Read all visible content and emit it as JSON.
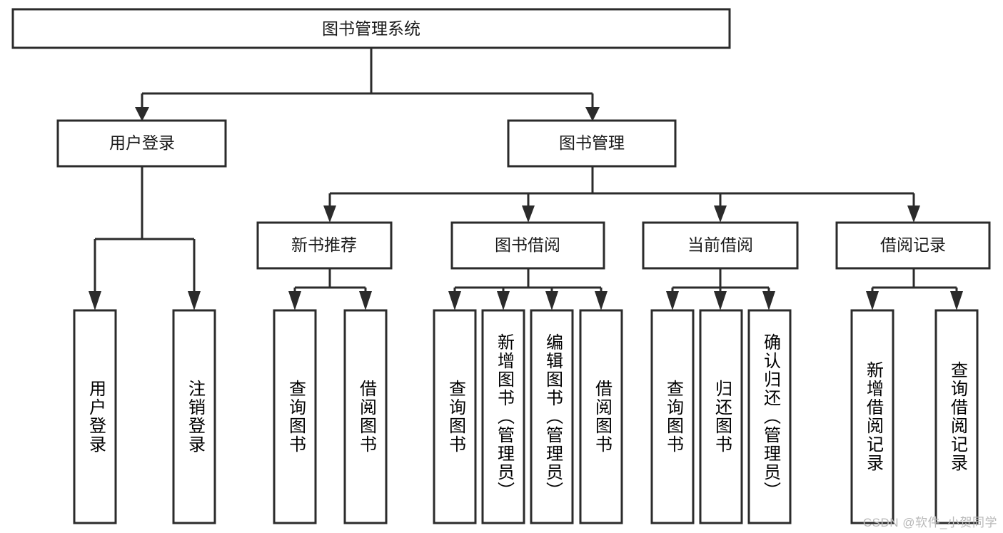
{
  "diagram": {
    "type": "tree-hierarchy-chart",
    "title": "图书管理系统",
    "orientation": "top-down",
    "line_color": "#2b2b2b",
    "box_fill": "#ffffff",
    "root": {
      "id": "root",
      "label": "图书管理系统",
      "level": 0
    },
    "level2": [
      {
        "id": "user-login",
        "label": "用户登录"
      },
      {
        "id": "book-management",
        "label": "图书管理"
      }
    ],
    "level3": [
      {
        "id": "new-book-recommend",
        "label": "新书推荐",
        "parent": "book-management"
      },
      {
        "id": "book-borrow",
        "label": "图书借阅",
        "parent": "book-management"
      },
      {
        "id": "current-borrow",
        "label": "当前借阅",
        "parent": "book-management"
      },
      {
        "id": "borrow-record",
        "label": "借阅记录",
        "parent": "book-management"
      }
    ],
    "leaves": [
      {
        "id": "leaf-user-login",
        "label": "用户登录",
        "parent": "user-login"
      },
      {
        "id": "leaf-logout-login",
        "label": "注销登录",
        "parent": "user-login"
      },
      {
        "id": "leaf-query-book-1",
        "label": "查询图书",
        "parent": "new-book-recommend"
      },
      {
        "id": "leaf-borrow-book-1",
        "label": "借阅图书",
        "parent": "new-book-recommend"
      },
      {
        "id": "leaf-query-book-2",
        "label": "查询图书",
        "parent": "book-borrow"
      },
      {
        "id": "leaf-add-book",
        "label": "新增图书（管理员）",
        "parent": "book-borrow"
      },
      {
        "id": "leaf-edit-book",
        "label": "编辑图书（管理员）",
        "parent": "book-borrow"
      },
      {
        "id": "leaf-borrow-book-2",
        "label": "借阅图书",
        "parent": "book-borrow"
      },
      {
        "id": "leaf-query-book-3",
        "label": "查询图书",
        "parent": "current-borrow"
      },
      {
        "id": "leaf-return-book",
        "label": "归还图书",
        "parent": "current-borrow"
      },
      {
        "id": "leaf-confirm-return",
        "label": "确认归还（管理员）",
        "parent": "current-borrow"
      },
      {
        "id": "leaf-add-borrow-record",
        "label": "新增借阅记录",
        "parent": "borrow-record"
      },
      {
        "id": "leaf-query-borrow-record",
        "label": "查询借阅记录",
        "parent": "borrow-record"
      }
    ]
  },
  "watermark": {
    "text": "CSDN @软件_小贺同学"
  }
}
